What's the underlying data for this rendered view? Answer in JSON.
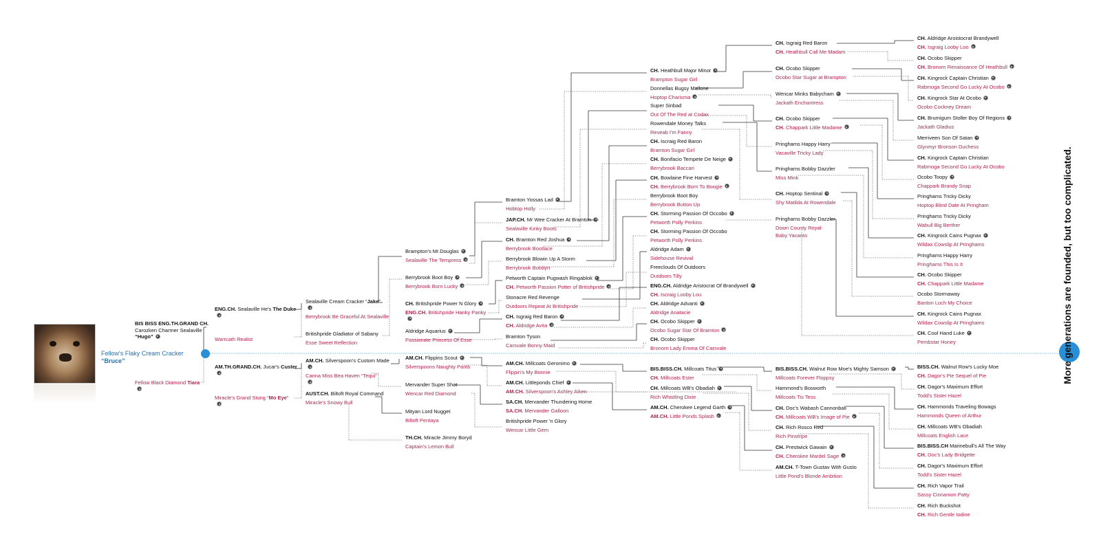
{
  "caption": "More generations are founded, but too complicated.",
  "colors": {
    "accent": "#2a8fd4",
    "dam": "#b5224f",
    "sire": "#111111",
    "root": "#2b6ea8"
  },
  "subject": {
    "name": "Fellow's Flaky Cream Cracker",
    "nickname": "“Bruce”",
    "photo": "bulldog-photo"
  },
  "dogs": [
    {
      "id": "g1s",
      "html": "<b>BIS BISS ENG.TH.GRAND CH.</b><br>Carozken Charmer Sealaville<br><b>“Hugo”</b><span class='cam'></span>"
    },
    {
      "id": "g1d",
      "html": "<span class='l2'>Fellow Black Diamond <b>Tiara</b></span><span class='cam'></span>"
    },
    {
      "id": "g2a",
      "html": "<span class='l1'><b>ENG.CH.</b> Sealaville He's <b>The Duke</b></span><span class='cam'></span>"
    },
    {
      "id": "g2b",
      "html": "<span class='l2'>Warrcath Realist</span>"
    },
    {
      "id": "g2c",
      "html": "<span class='l1'><b>AM.TH.GRAND.CH.</b> Jucar's <b>Custer</b></span><span class='cam'></span>"
    },
    {
      "id": "g2d",
      "html": "<span class='l2'>Miracle's Grand Stung “<b>Mo Eye</b>”</span><span class='cam'></span>"
    },
    {
      "id": "g3a",
      "html": "<span class='l1'>Sealaville Cream Cracker “<b>Jake</b>”</span><span class='cam'></span><span class='l2'>Berrybrook Be Graceful At Sealaville</span>"
    },
    {
      "id": "g3b",
      "html": "<span class='l1'>Britishpride Gladiator of Sabany</span><span class='l2'>Esse Sweet Reflection</span>"
    },
    {
      "id": "g3c",
      "html": "<span class='l1'><b>AM.CH.</b> Silverspoon's Custom Made</span><span class='cam'></span><span class='l2'>Canna Miss Bea Haven “Tequi”</span><span class='cam'></span>"
    },
    {
      "id": "g3d",
      "html": "<span class='l1'><b>AUST.CH.</b> Biltoft Royal Command</span><span class='l2'>Miracle's Snowy Bull</span>"
    },
    {
      "id": "g4a",
      "html": "<span class='l1'>Brampton's Mr.Douglas<span class='cam'></span></span><span class='l2'>Sealaville The Tempress<span class='cam'></span></span>"
    },
    {
      "id": "g4b",
      "html": "<span class='l1'>Berrybrook Boot Boy<span class='cam'></span></span><span class='l2'>Berrybrook Born Lucky<span class='cam'></span></span>"
    },
    {
      "id": "g4c",
      "html": "<span class='l1'><b>CH.</b> Britishpride Power N Glory<span class='cam'></span></span><span class='l2'><b>ENG.CH.</b> Britishpride Hanky Panky</span><span class='cam'></span>"
    },
    {
      "id": "g4d",
      "html": "<span class='l1'>Aldridge Aquarius<span class='cam'></span></span><span class='l2'>Passionate Princess Of Esse</span>"
    },
    {
      "id": "g4e",
      "html": "<span class='l1'><b>AM.CH.</b> Flippins Scout<span class='cam'></span></span><span class='l2'>Silverspoons Naughty Pants</span>"
    },
    {
      "id": "g4f",
      "html": "<span class='l1'>Mervander Super Shot</span><span class='l2'>Wencar Red Diamond</span>"
    },
    {
      "id": "g4g",
      "html": "<span class='l1'>Mityan Lord Nugget</span><span class='l2'>Biltoft Pentaya</span>"
    },
    {
      "id": "g4h",
      "html": "<span class='l1'><b>TH.CH.</b> Miracle Jimmy Boryd</span><span class='l2'>Captain's Lemon Bull</span>"
    },
    {
      "id": "g5a",
      "html": "<span class='l1'>Bramton Yossas Lad<span class='cam'></span></span><span class='l2'>Hobtop Holly</span>"
    },
    {
      "id": "g5b",
      "html": "<span class='l1'><b>JAP.CH.</b> Mr Wee Cracker At Bramton<span class='cam'></span></span><span class='l2'>Sealaville Kinky Boots</span>"
    },
    {
      "id": "g5c",
      "html": "<span class='l1'><b>CH.</b> Bramton Red Joshua<span class='cam'></span></span><span class='l2'>Berrybrook Bootlace</span>"
    },
    {
      "id": "g5d",
      "html": "<span class='l1'>Berrybrook Blowin Up A Storm</span><span class='l2'>Berrybrook Bobbyn</span>"
    },
    {
      "id": "g5e",
      "html": "<span class='l1'>Petworth Captain Pugwash Ringablok<span class='cam'></span></span><span class='l2'><b>CH.</b> Petworth Passion Potter of Britishpride<span class='cam'></span></span>"
    },
    {
      "id": "g5f",
      "html": "<span class='l1'>Stonacre Red Revenge</span><span class='l2'>Outdoors Repeat At Britishpride</span>"
    },
    {
      "id": "g5g",
      "html": "<span class='l1'><b>CH.</b> Isgraig Red Baron<span class='cam'></span></span><span class='l2'><b>CH.</b> Aldridge Avita<span class='cam'></span></span>"
    },
    {
      "id": "g5h",
      "html": "<span class='l1'>Bramton Tyson</span><span class='l2'>Carsvale Bonny Maid</span>"
    },
    {
      "id": "g5i",
      "html": "<span class='l1'><b>AM.CH.</b> Millcoats Geronimo<span class='cam'></span></span><span class='l2'>Flippin's My Bonnie</span>"
    },
    {
      "id": "g5j",
      "html": "<span class='l1'><b>AM.CH.</b> Littleponds Chief<span class='cam'></span></span><span class='l2'><b>AM.CH.</b> Silverspoon's Ashley Aiken</span>"
    },
    {
      "id": "g5k",
      "html": "<span class='l1'><b>SA.CH.</b> Mervander Thundering Home</span><span class='l2'><b>SA.CH.</b> Mervander Galloon</span>"
    },
    {
      "id": "g5l",
      "html": "<span class='l1'>Britishpride Power 'n Glory</span><span class='l2'>Wencar Little Gem</span>"
    },
    {
      "id": "g6a",
      "html": "<span class='l1'><b>CH.</b> Heathbull Major Minor<span class='cam'></span></span><span class='l2'>Brampton Sugar Girl</span>"
    },
    {
      "id": "g6b",
      "html": "<span class='l1'>Donnellas Bugsy Mallone</span><span class='l2'>Hoptop Charisma<span class='cam'></span></span>"
    },
    {
      "id": "g6c",
      "html": "<span class='l1'>Super Sinbad</span><span class='l2'>Out Of The Red at Codax</span>"
    },
    {
      "id": "g6d",
      "html": "<span class='l1'>Rowendale Money Talks</span><span class='l2'>Reveab I'm Fanny</span>"
    },
    {
      "id": "g6e",
      "html": "<span class='l1'><b>CH.</b> Iscraig Red Baron</span><span class='l2'>Bramton Sugar Girl</span>"
    },
    {
      "id": "g6f",
      "html": "<span class='l1'><b>CH.</b> Bonifacio Tempete De Neige<span class='cam'></span></span><span class='l2'>Berrybrook Baccari</span>"
    },
    {
      "id": "g6g",
      "html": "<span class='l1'><b>CH.</b> Bowlaine Fine Harvest<span class='cam'></span></span><span class='l2'><b>CH.</b> Berrybrook Born To Boogie<span class='cam'></span></span>"
    },
    {
      "id": "g6h",
      "html": "<span class='l1'>Berrybrook Boot Boy</span><span class='l2'>Berrybrook Button Up</span>"
    },
    {
      "id": "g6i",
      "html": "<span class='l1'><b>CH.</b> Storming Passion Of Occobo<span class='cam'></span></span><span class='l2'>Petworth Polly Perkins</span>"
    },
    {
      "id": "g6j",
      "html": "<span class='l1'><b>CH.</b> Storming Passion Of Occobo</span><span class='l2'>Petworth Polly Perkins</span>"
    },
    {
      "id": "g6k",
      "html": "<span class='l1'>Aldridge Adam<span class='cam'></span></span><span class='l2'>Sidehouse Revival</span>"
    },
    {
      "id": "g6l",
      "html": "<span class='l1'>Freeclouds Of Outdoors</span><span class='l2'>Outdoors Tilly</span>"
    },
    {
      "id": "g6m",
      "html": "<span class='l1'><b>ENG.CH.</b> Aldridge Aristocrat Of Brandywell<span class='cam'></span></span><span class='l2'><b>CH.</b> Iscraig Looby Lou</span>"
    },
    {
      "id": "g6n",
      "html": "<span class='l1'><b>CH.</b> Aldridge Advanti<span class='cam'></span></span><span class='l2'>Aldridge Anatacie</span>"
    },
    {
      "id": "g6o",
      "html": "<span class='l1'><b>CH.</b> Ocobo Skipper<span class='cam'></span></span><span class='l2'>Ocobo Sugar Star Of Bramton<span class='cam'></span></span>"
    },
    {
      "id": "g6p",
      "html": "<span class='l1'><b>CH.</b> Ocobo Skipper</span><span class='l2'>Bronorn Lady Emma Of Carsvale</span>"
    },
    {
      "id": "g6q",
      "html": "<span class='l1'><b>BIS.BISS.CH.</b> Millcoats Titus<span class='cam'></span></span><span class='l2'><b>CH.</b> Millcoats Ester</span>"
    },
    {
      "id": "g6r",
      "html": "<span class='l1'><b>CH.</b> Millcoats WB's Obadiah<span class='cam'></span></span><span class='l2'>Rich Whistling Dixie</span>"
    },
    {
      "id": "g6s",
      "html": "<span class='l1'><b>AM.CH.</b> Cherokee Legend Garth<span class='cam'></span></span><span class='l2'><b>AM.CH.</b> Little Ponds Splash<span class='cam'></span></span>"
    },
    {
      "id": "g7a",
      "html": "<span class='l1'><b>CH.</b> Isgraig Red Baron</span><span class='l2'><b>CH.</b> Heathbull Call Me Madam</span>"
    },
    {
      "id": "g7b",
      "html": "<span class='l1'><b>CH.</b> Ocobo Skipper</span><span class='l2'>Ocobo Star Sugar at Brampton</span>"
    },
    {
      "id": "g7c",
      "html": "<span class='l1'>Wencar Minks Babycham<span class='cam'></span></span><span class='l2'>Jackath Enchantress</span>"
    },
    {
      "id": "g7d",
      "html": "<span class='l1'><b>CH.</b> Ocobo Skipper</span><span class='l2'><b>CH.</b> Chappark Little Madame<span class='cam'></span></span>"
    },
    {
      "id": "g7e",
      "html": "<span class='l1'>Pringhams Happy Harry</span><span class='l2'>Vacaville Tricky Lady</span>"
    },
    {
      "id": "g7f",
      "html": "<span class='l1'>Pringhams Bobby Dazzler</span><span class='l2'>Miss Mink</span>"
    },
    {
      "id": "g7g",
      "html": "<span class='l1'><b>CH.</b> Hoptop Sentinal<span class='cam'></span></span><span class='l2'>Shy Matilda At Rowendale</span>"
    },
    {
      "id": "g7h",
      "html": "<span class='l1'>Pringhams Bobby Dazzler</span><span class='l2'>Down County Royal-</span><span class='l2' style='margin-top:2px'>Baby Yacanto</span>"
    },
    {
      "id": "g7i",
      "html": "<span class='l1'><b>BIS.BISS.CH.</b> Walnut Row Moe's Mighty Samson<span class='cam'></span></span><span class='l2'>Millcoats Forever Floppsy</span>"
    },
    {
      "id": "g7j",
      "html": "<span class='l1'>Hammond's Bosworth</span><span class='l2'>Millcoats Tis Tess</span>"
    },
    {
      "id": "g7k",
      "html": "<span class='l1'><b>CH.</b> Doc's Wabash Cannonball</span><span class='l2'><b>CH.</b> Millcoats WB's Image of Pie<span class='cam'></span></span>"
    },
    {
      "id": "g7l",
      "html": "<span class='l1'><b>CH.</b> Rich Rosco Red</span><span class='l2'>Rich Pinstripe</span>"
    },
    {
      "id": "g7m",
      "html": "<span class='l1'><b>CH.</b> Prestwick Gawain<span class='cam'></span></span><span class='l2'><b>CH.</b> Cherokee Mardel Sage<span class='cam'></span></span>"
    },
    {
      "id": "g7n",
      "html": "<span class='l1'><b>AM.CH.</b> T-Town Gustav With Gusto</span><span class='l2'>Little Pond's Blonde Ambition</span>"
    },
    {
      "id": "g8a",
      "html": "<span class='l1'><b>CH.</b> Aldridge Aroistocrat Brandywell</span><span class='l2'><b>CH.</b> Isgraig Looby Loo<span class='cam'></span></span>"
    },
    {
      "id": "g8b",
      "html": "<span class='l1'><b>CH.</b> Ocobo Skipper</span><span class='l2'><b>CH.</b> Bronorn Renaissance Of Heathbull<span class='cam'></span></span>"
    },
    {
      "id": "g8c",
      "html": "<span class='l1'><b>CH.</b> Kingrock Captain Christian<span class='cam'></span></span><span class='l2'>Rabmoga Second Go Lucky At Ocobo<span class='cam'></span></span>"
    },
    {
      "id": "g8d",
      "html": "<span class='l1'><b>CH.</b> Kingrock Star At Ocobo<span class='cam'></span></span><span class='l2'>Ocobo Cockney Dream</span>"
    },
    {
      "id": "g8e",
      "html": "<span class='l1'><b>CH.</b> Brumigum Stoller Boy Of Regions<span class='cam'></span></span><span class='l2'>Jackath Gladius</span>"
    },
    {
      "id": "g8f",
      "html": "<span class='l1'>Merriveen Son Of Satan<span class='cam'></span></span><span class='l2'>Glynmyr Bronson Duchess</span>"
    },
    {
      "id": "g8g",
      "html": "<span class='l1'><b>CH.</b> Kingrock Captain Christian</span><span class='l2'>Rabmoga Second Go Lucky At Ocobo</span>"
    },
    {
      "id": "g8h",
      "html": "<span class='l1'>Ocobo Toopy<span class='cam'></span></span><span class='l2'>Chappark Brandy Snap</span>"
    },
    {
      "id": "g8i",
      "html": "<span class='l1'>Pringhams Tricky Dicky</span><span class='l2'>Hoptop Blind Date At Pringham</span>"
    },
    {
      "id": "g8j",
      "html": "<span class='l1'>Pringhams Tricky Dicky</span><span class='l2'>Wabull Big Berther</span>"
    },
    {
      "id": "g8k",
      "html": "<span class='l1'><b>CH.</b> Kingrock Cains Pugnax<span class='cam'></span></span><span class='l2'>Wildax Cowslip At Pringhams</span>"
    },
    {
      "id": "g8l",
      "html": "<span class='l1'>Pringhams Happy Harry</span><span class='l2'>Pringhams This Is It</span>"
    },
    {
      "id": "g8m",
      "html": "<span class='l1'><b>CH.</b> Ocobo Skipper</span><span class='l2'><b>CH.</b> Chappark Little Madame</span>"
    },
    {
      "id": "g8n",
      "html": "<span class='l1'>Ocobo Stormaway</span><span class='l2'>Banton Loch My Choice</span>"
    },
    {
      "id": "g8o",
      "html": "<span class='l1'><b>CH.</b> Kingrock Cains Pugnax</span><span class='l2'>Wildax Cowslip At Pringhams</span>"
    },
    {
      "id": "g8p",
      "html": "<span class='l1'><b>CH.</b> Cool Hand Luke<span class='cam'></span></span><span class='l2'>Pembstar Honey</span>"
    },
    {
      "id": "g8q",
      "html": "<span class='l1'><b>BISS.CH.</b> Walnut Row's Lucky Moe</span><span class='l2'><b>CH.</b> Dagor's Pie Sequel of Pie</span>"
    },
    {
      "id": "g8r",
      "html": "<span class='l1'><b>CH.</b> Dagor's Maximum Effort</span><span class='l2'>Todd's Sister Hazel</span>"
    },
    {
      "id": "g8s",
      "html": "<span class='l1'><b>CH.</b> Hammonds Traveling Bowags</span><span class='l2'>Hammonds Queen of Arthur</span>"
    },
    {
      "id": "g8t",
      "html": "<span class='l1'><b>CH.</b> Millcoats WB's Obadiah</span><span class='l2'>Millcoats English Lace</span>"
    },
    {
      "id": "g8u",
      "html": "<span class='l1'><b>BIS.BISS.CH</b> Marinebull's All The Way</span><span class='l2'><b>CH.</b> Doc's Lady Bridgette</span>"
    },
    {
      "id": "g8v",
      "html": "<span class='l1'><b>CH.</b> Dagor's Maximum Effort</span><span class='l2'>Todd's Sister Hazel</span>"
    },
    {
      "id": "g8w",
      "html": "<span class='l1'><b>CH.</b> Rich Vapor Trail</span><span class='l2'>Sassy Cinnamon Patty</span>"
    },
    {
      "id": "g8x",
      "html": "<span class='l1'><b>CH.</b> Rich Buckshot</span><span class='l2'><b>CH.</b> Rich Gentle Iodine</span>"
    }
  ]
}
